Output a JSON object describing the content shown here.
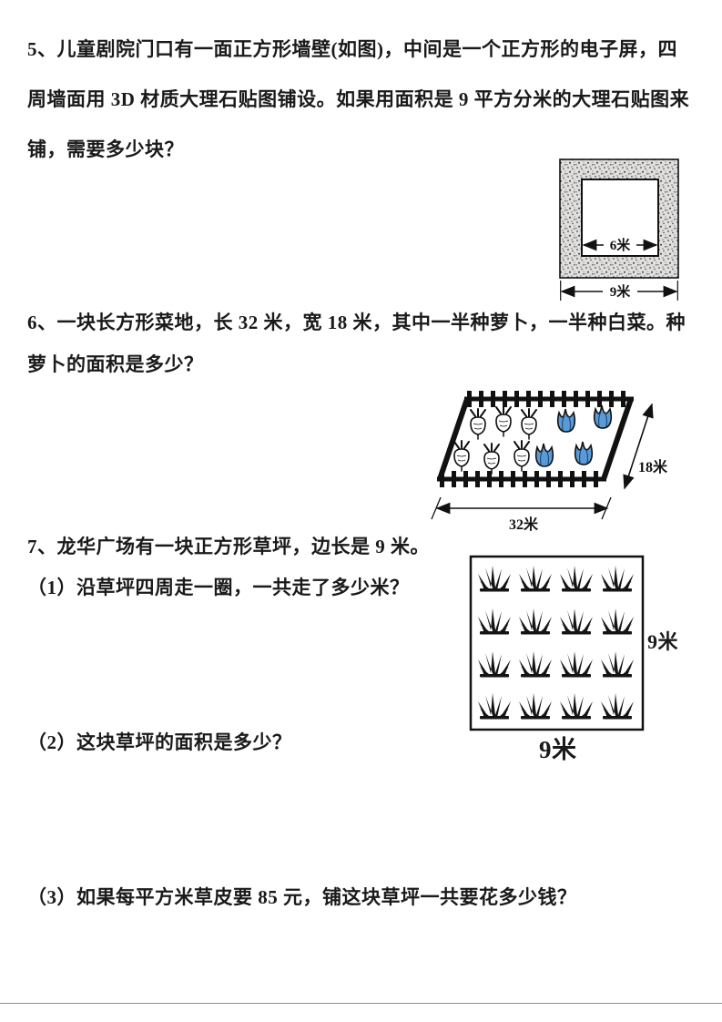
{
  "document": {
    "colors": {
      "cabbage_blue": "#5b9bd5",
      "ink": "#1a1a1a"
    },
    "problem5": {
      "lines": [
        "5、儿童剧院门口有一面正方形墙壁(如图)，中间是一个正方形的电子屏，四",
        "周墙面用 3D 材质大理石贴图铺设。如果用面积是 9 平方分米的大理石贴图来",
        "铺，需要多少块？"
      ],
      "figure": {
        "inner_width_label": "6米",
        "outer_width_label": "9米"
      }
    },
    "problem6": {
      "lines": [
        "6、一块长方形菜地，长 32 米，宽 18 米，其中一半种萝卜，一半种白菜。种",
        "萝卜的面积是多少？"
      ],
      "figure": {
        "length_label": "32米",
        "width_label": "18米"
      }
    },
    "problem7": {
      "intro": "7、龙华广场有一块正方形草坪，边长是 9 米。",
      "q1": "（1）沿草坪四周走一圈，一共走了多少米？",
      "q2": "（2）这块草坪的面积是多少？",
      "q3": "（3）如果每平方米草皮要 85 元，铺这块草坪一共要花多少钱？",
      "figure": {
        "side_label": "9米",
        "bottom_label": "9米"
      }
    }
  }
}
